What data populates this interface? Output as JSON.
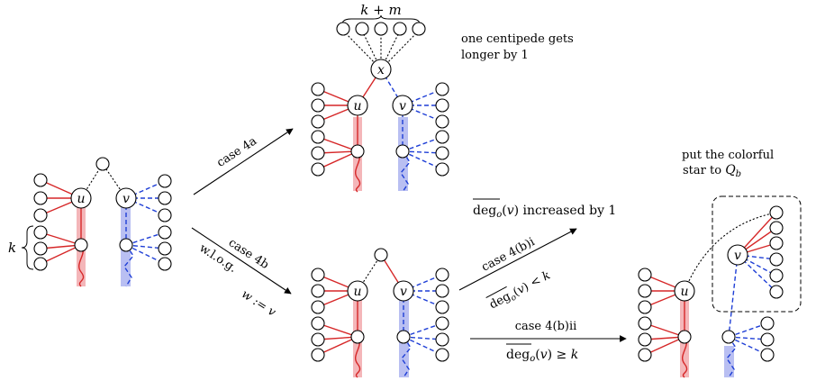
{
  "labels": {
    "k_plus_m": "k + m",
    "centipede_note": [
      "one centipede gets",
      "longer by 1"
    ],
    "colorful_note_line1": "put the colorful",
    "colorful_note_line2": "star to ",
    "colorful_note_var": "Q",
    "colorful_note_sub": "b",
    "case_4a": "case 4a",
    "case_4b": "case 4b",
    "wlog": "w.l.o.g.",
    "w_assign": "w := v",
    "deg_increase_text": " increased by 1",
    "case_4bi": "case 4(b)i",
    "case_4bii": "case 4(b)ii",
    "deg_lt_k": " < k",
    "deg_ge_k": " ≥ k",
    "k": "k"
  },
  "node_labels": {
    "u": "u",
    "v": "v",
    "x": "x"
  },
  "colors": {
    "red": "#d62728",
    "red_band": "#f4b6b9",
    "blue": "#1f3fd6",
    "blue_band": "#b9bff2"
  }
}
